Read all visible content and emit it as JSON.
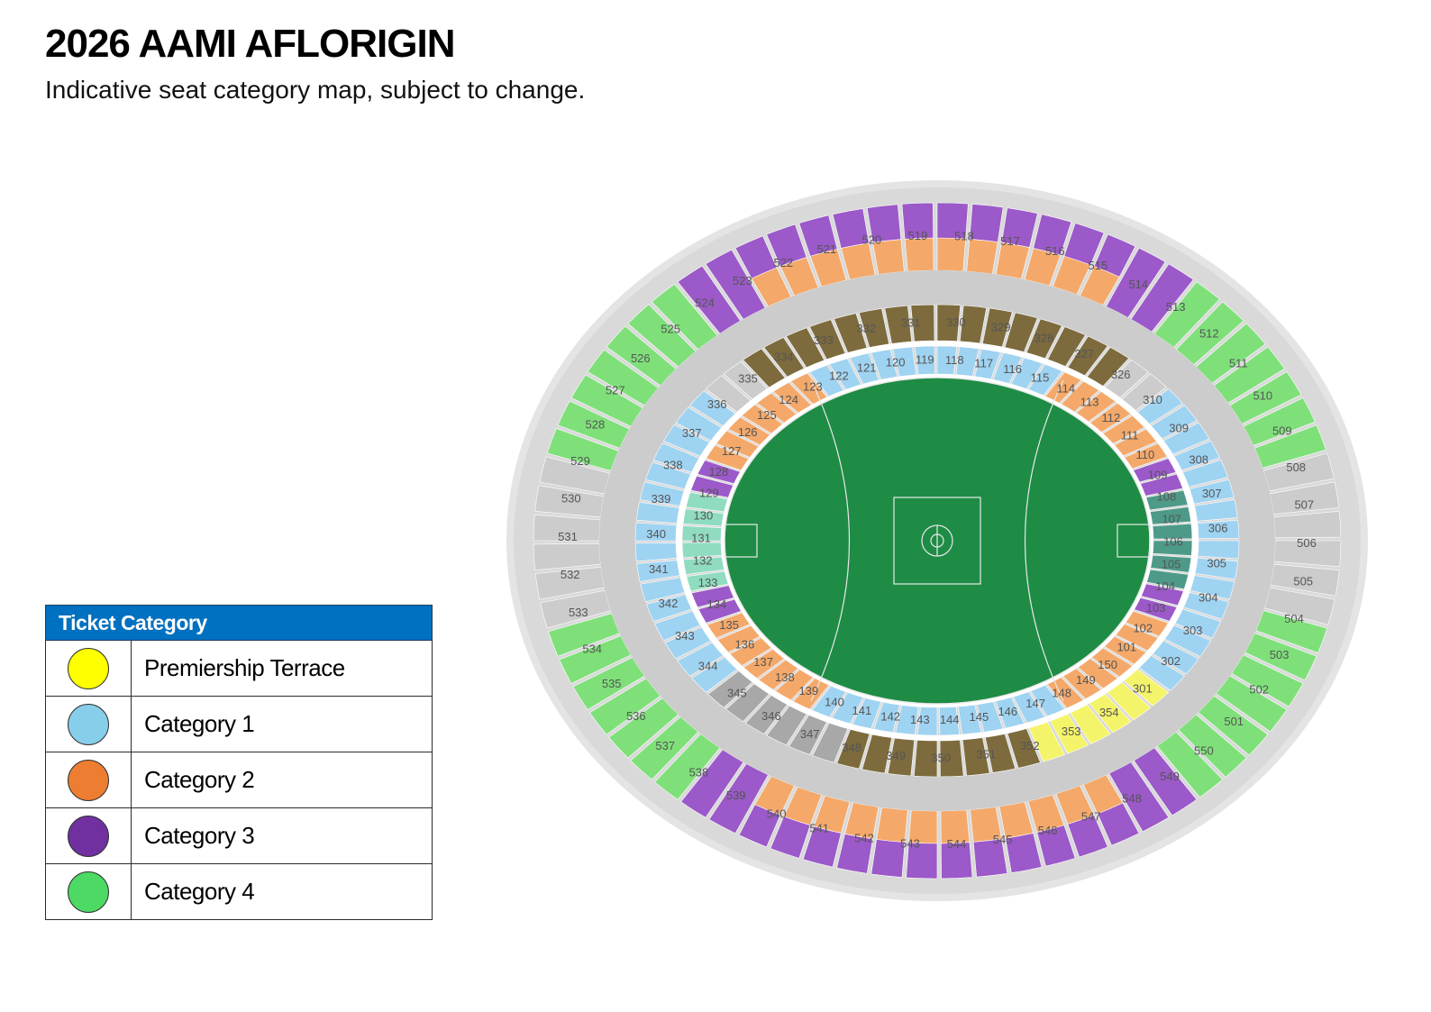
{
  "title": "2026 AAMI AFLORIGIN",
  "subtitle": "Indicative seat category map, subject to change.",
  "legend": {
    "header": "Ticket Category",
    "items": [
      {
        "label": "Premiership Terrace",
        "color": "#ffff00"
      },
      {
        "label": "Category 1",
        "color": "#87ceeb"
      },
      {
        "label": "Category 2",
        "color": "#ed7d31"
      },
      {
        "label": "Category 3",
        "color": "#7030a0"
      },
      {
        "label": "Category 4",
        "color": "#4cd964"
      }
    ]
  },
  "colors": {
    "premiership": "#f4f46a",
    "cat1": "#9fd3f2",
    "cat2": "#f4a96a",
    "cat3": "#9b59c9",
    "cat4": "#7fe07a",
    "field": "#1e8c45",
    "concourse": "#cccccc",
    "corporate": "#7d6b3d",
    "unallocated": "#a8a8a8",
    "teal": "#8fdcc0",
    "darkteal": "#4e9a88"
  },
  "map": {
    "sections_500": [
      "519",
      "518",
      "517",
      "516",
      "515",
      "514",
      "513",
      "512",
      "511",
      "510",
      "509",
      "508",
      "507",
      "506",
      "505",
      "504",
      "503",
      "502",
      "501",
      "550",
      "549",
      "548",
      "547",
      "546",
      "545",
      "544",
      "543",
      "542",
      "541",
      "540",
      "539",
      "538",
      "537",
      "536",
      "535",
      "534",
      "533",
      "532",
      "531",
      "530",
      "529",
      "528",
      "527",
      "526",
      "525",
      "524",
      "523",
      "522",
      "521",
      "520"
    ],
    "sections_300": [
      "310",
      "309",
      "308",
      "307",
      "306",
      "305",
      "304",
      "303",
      "302",
      "301",
      "354",
      "353",
      "352",
      "351",
      "350",
      "349",
      "348",
      "347",
      "346",
      "345",
      "344",
      "343",
      "342",
      "341",
      "340",
      "339",
      "338",
      "337",
      "336",
      "335",
      "334",
      "333",
      "332",
      "331",
      "330",
      "329",
      "328",
      "327",
      "326"
    ],
    "sections_100": [
      "119",
      "118",
      "117",
      "116",
      "115",
      "114",
      "113",
      "112",
      "111",
      "110",
      "109",
      "108",
      "107",
      "106",
      "105",
      "104",
      "103",
      "102",
      "101",
      "150",
      "149",
      "148",
      "147",
      "146",
      "145",
      "144",
      "143",
      "142",
      "141",
      "140",
      "139",
      "138",
      "137",
      "136",
      "135",
      "134",
      "133",
      "132",
      "131",
      "130",
      "129",
      "128",
      "127",
      "126",
      "125",
      "124",
      "123",
      "122",
      "121",
      "120"
    ]
  }
}
